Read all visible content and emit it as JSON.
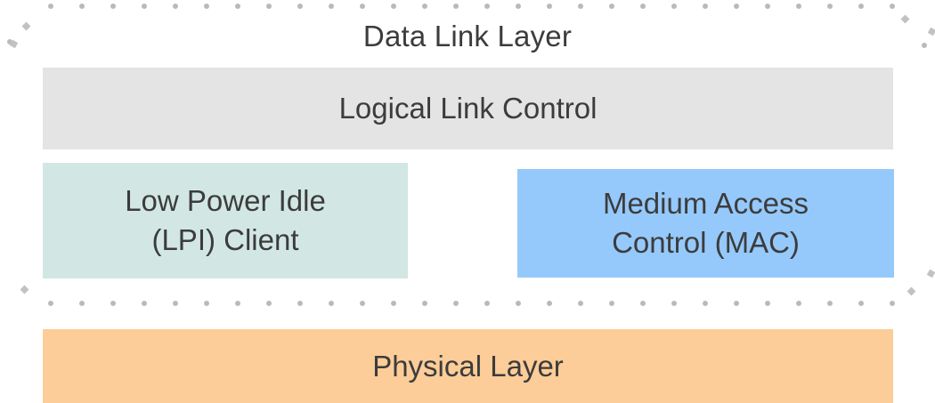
{
  "diagram": {
    "title": "Data Link Layer",
    "layers": [
      {
        "id": "logical-link-control",
        "label": "Logical Link Control",
        "color": "#e4e4e4"
      },
      {
        "id": "low-power-idle-client",
        "label": "Low Power Idle\n(LPI) Client",
        "color": "#d2e7e3"
      },
      {
        "id": "medium-access-control",
        "label": "Medium Access\nControl (MAC)",
        "color": "#95c9fb"
      },
      {
        "id": "physical-layer",
        "label": "Physical Layer",
        "color": "#fccd99"
      }
    ],
    "enclosure": {
      "style": "dotted",
      "color": "#b9b9b9",
      "encloses": [
        "Data Link Layer",
        "Logical Link Control",
        "Low Power Idle (LPI) Client",
        "Medium Access Control (MAC)"
      ]
    },
    "text_color": "#3c3c3c",
    "background": "#ffffff"
  }
}
